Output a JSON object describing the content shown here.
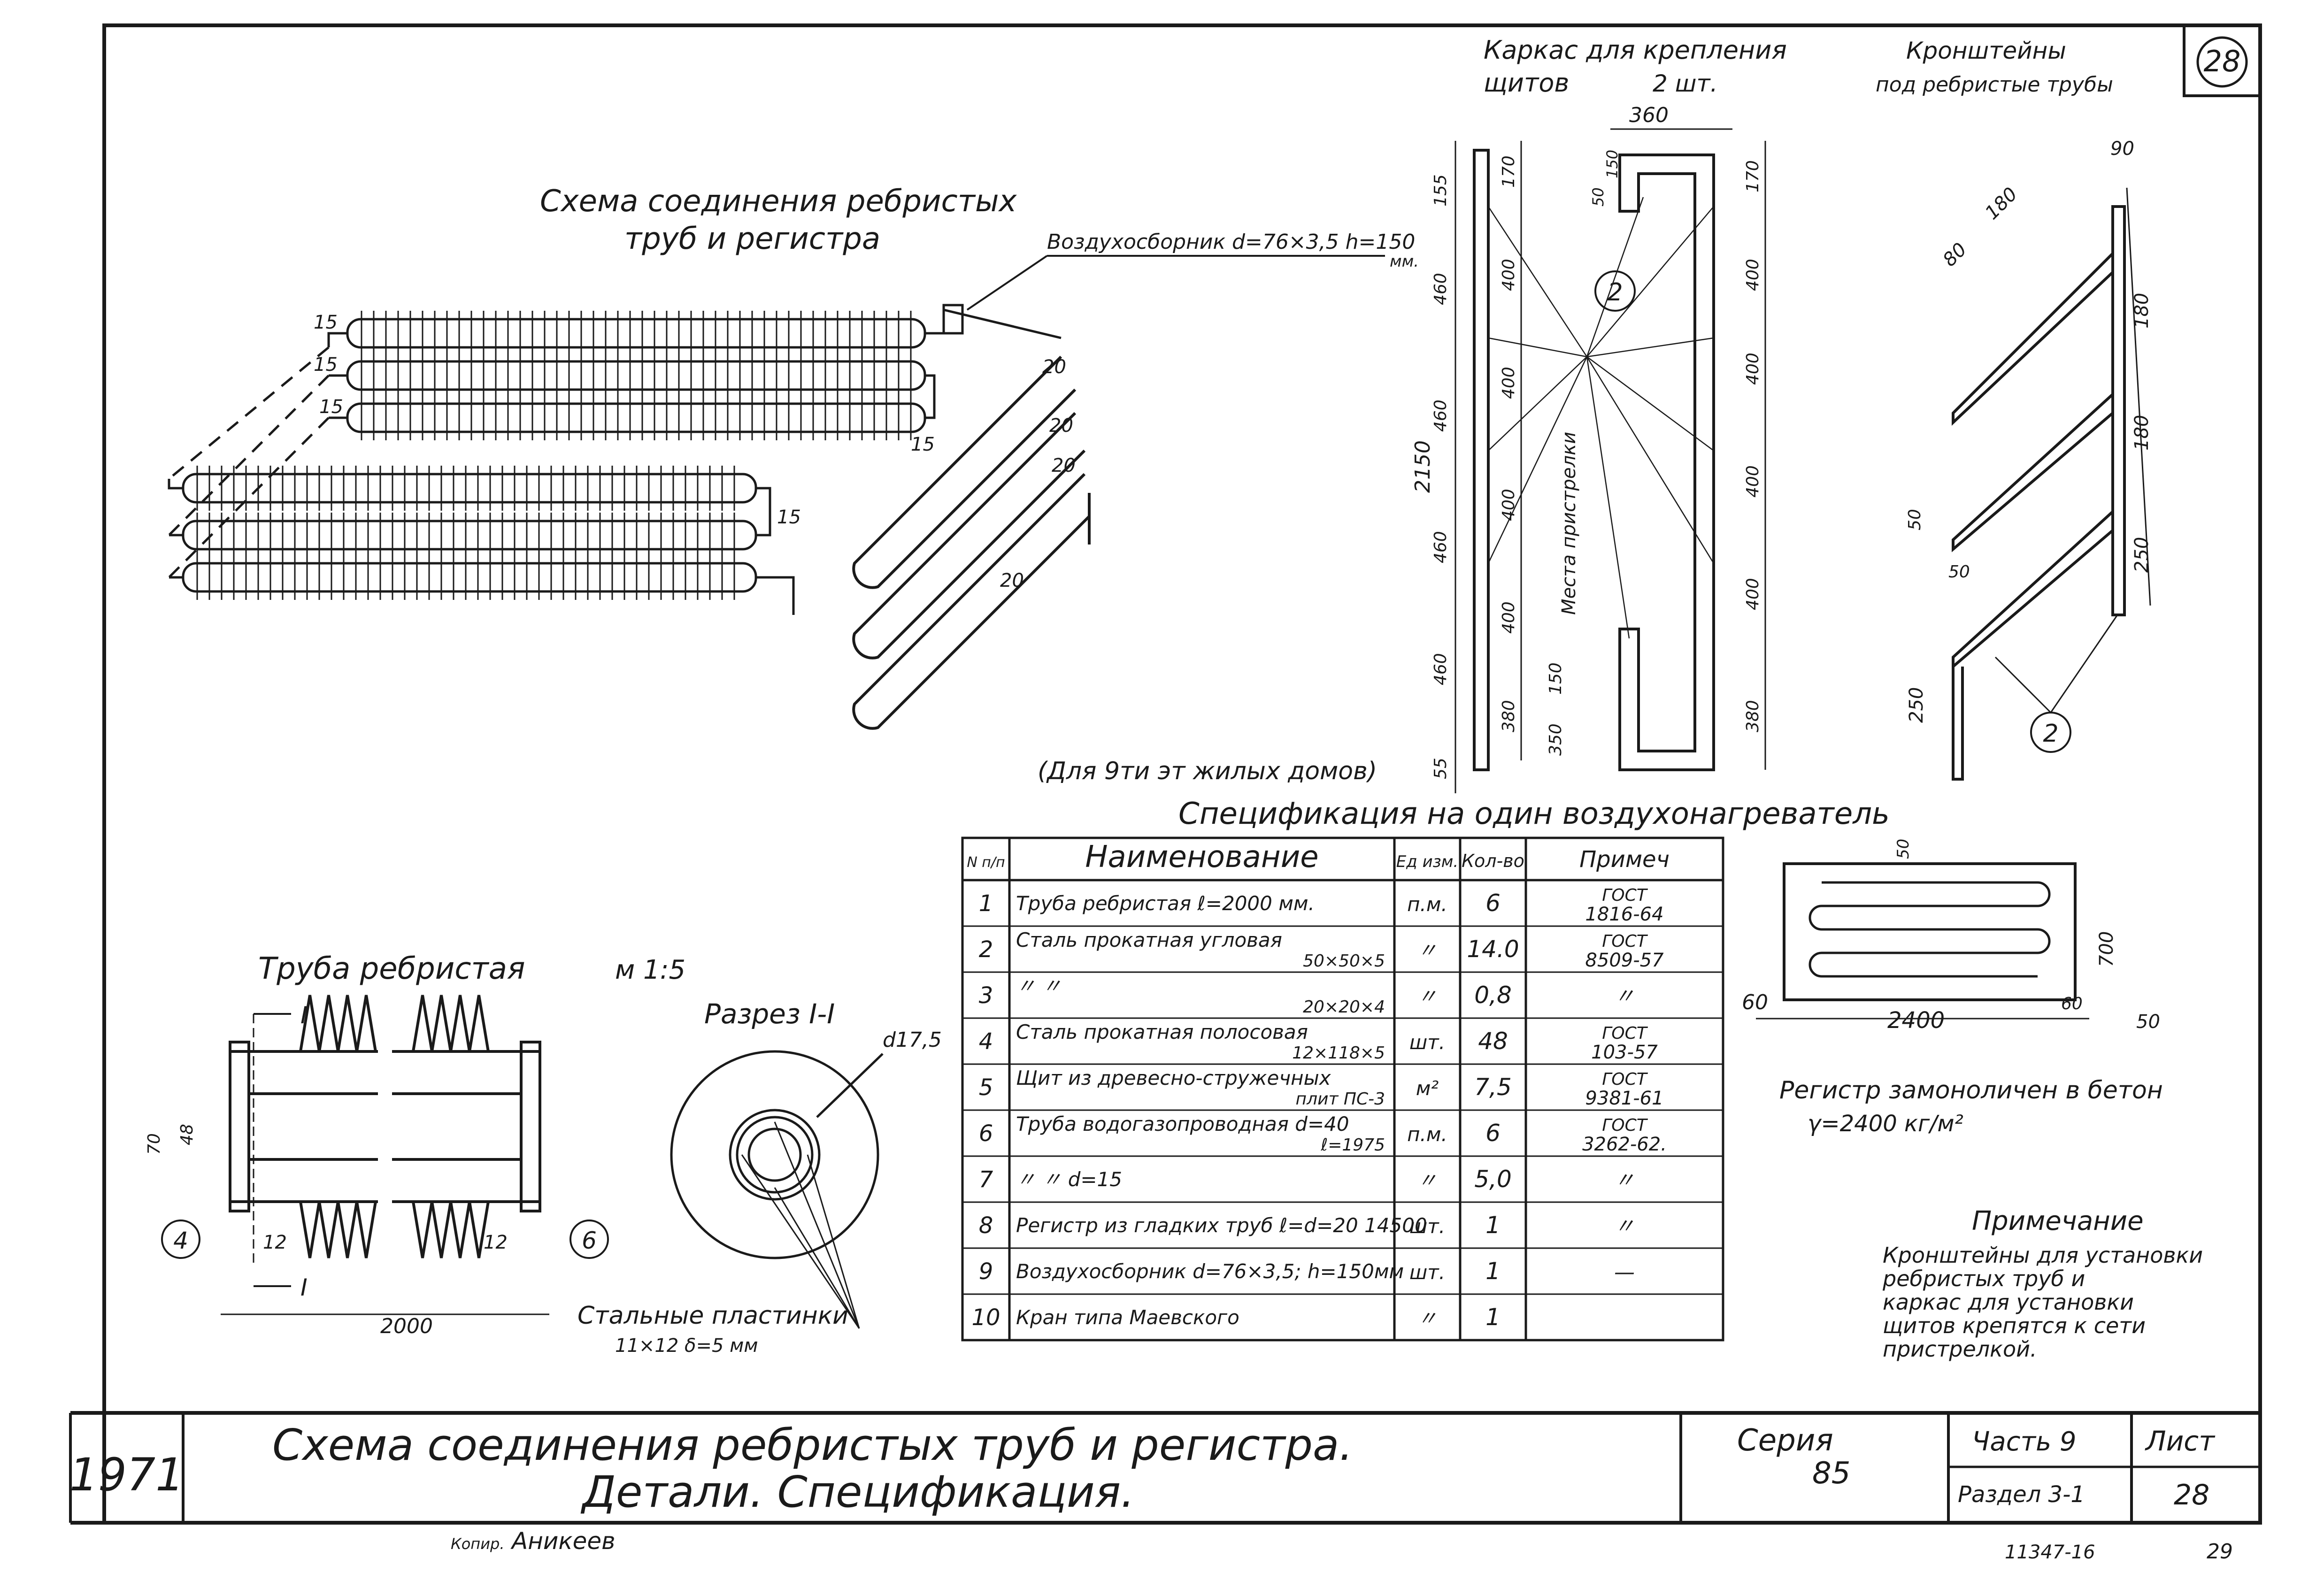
{
  "sheet_number": "28",
  "main_scheme": {
    "title_line1": "Схема соединения ребристых",
    "title_line2": "труб и регистра",
    "collector_label": "Воздухосборник d=76×3,5 h=150",
    "collector_unit": "мм.",
    "note": "(Для 9ти эт жилых домов)",
    "dim_15": "15",
    "dim_20": "20"
  },
  "frame_block": {
    "title_line1": "Каркас для крепления",
    "title_line2": "щитов",
    "qty": "2 шт.",
    "width_dim": "360",
    "total_dim": "2150",
    "shot_label": "Места пристрелки",
    "marker": "2",
    "dims_left": [
      "155",
      "460",
      "460",
      "460",
      "460",
      "55"
    ],
    "dims_post": [
      "170",
      "400",
      "400",
      "400",
      "400",
      "380"
    ],
    "dims_right": [
      "170",
      "400",
      "400",
      "400",
      "400",
      "380"
    ],
    "dims_misc": [
      "50",
      "150",
      "150",
      "350"
    ]
  },
  "brackets_block": {
    "title_line1": "Кронштейны",
    "title_line2": "под ребристые трубы",
    "dims": [
      "90",
      "180",
      "80",
      "180",
      "180",
      "250",
      "50",
      "50",
      "250"
    ],
    "marker": "2"
  },
  "spec_table": {
    "title": "Спецификация на один воздухонагреватель",
    "headers": [
      "N п/п",
      "Наименование",
      "Ед изм.",
      "Кол-во",
      "Примеч"
    ],
    "rows": [
      {
        "n": "1",
        "name": "Труба ребристая ℓ=2000 мм.",
        "name2": "",
        "unit": "п.м.",
        "qty": "6",
        "note": "ГОСТ",
        "note2": "1816-64"
      },
      {
        "n": "2",
        "name": "Сталь прокатная угловая",
        "name2": "50×50×5",
        "unit": "〃",
        "qty": "14.0",
        "note": "ГОСТ",
        "note2": "8509-57"
      },
      {
        "n": "3",
        "name": "〃        〃",
        "name2": "20×20×4",
        "unit": "〃",
        "qty": "0,8",
        "note": "〃",
        "note2": ""
      },
      {
        "n": "4",
        "name": "Сталь прокатная полосовая",
        "name2": "12×118×5",
        "unit": "шт.",
        "qty": "48",
        "note": "ГОСТ",
        "note2": "103-57"
      },
      {
        "n": "5",
        "name": "Щит из древесно-стружечных",
        "name2": "плит ПС-3",
        "unit": "м²",
        "qty": "7,5",
        "note": "ГОСТ",
        "note2": "9381-61"
      },
      {
        "n": "6",
        "name": "Труба водогазопроводная d=40",
        "name2": "ℓ=1975",
        "unit": "п.м.",
        "qty": "6",
        "note": "ГОСТ",
        "note2": "3262-62."
      },
      {
        "n": "7",
        "name": "〃        〃     d=15",
        "name2": "",
        "unit": "〃",
        "qty": "5,0",
        "note": "〃",
        "note2": ""
      },
      {
        "n": "8",
        "name": "Регистр из гладких труб ℓ=d=20 14500",
        "name2": "",
        "unit": "шт.",
        "qty": "1",
        "note": "〃",
        "note2": ""
      },
      {
        "n": "9",
        "name": "Воздухосборник d=76×3,5; h=150мм",
        "name2": "",
        "unit": "шт.",
        "qty": "1",
        "note": "—",
        "note2": ""
      },
      {
        "n": "10",
        "name": "Кран типа Маевского",
        "name2": "",
        "unit": "〃",
        "qty": "1",
        "note": "",
        "note2": ""
      }
    ]
  },
  "pipe_detail": {
    "title": "Труба ребристая",
    "scale": "м 1:5",
    "section_mark": "I",
    "dims": [
      "70",
      "48",
      "12",
      "12",
      "2000"
    ],
    "markers": [
      "4",
      "6"
    ]
  },
  "section_detail": {
    "title": "Разрез I-I",
    "dim": "d17,5",
    "plates_label": "Стальные пластинки",
    "plates_size": "11×12 δ=5 мм"
  },
  "register_detail": {
    "dims": [
      "60",
      "2400",
      "60",
      "50",
      "700",
      "50"
    ],
    "caption_line1": "Регистр замоноличен в бетон",
    "caption_line2": "γ=2400 кг/м²"
  },
  "note_block": {
    "title": "Примечание",
    "lines": [
      "Кронштейны для установки",
      "ребристых труб и",
      "каркас для установки",
      "щитов крепятся к сети",
      "пристрелкой."
    ]
  },
  "title_block": {
    "year": "1971",
    "title_line1": "Схема соединения ребристых труб и регистра.",
    "title_line2": "Детали. Спецификация.",
    "series_label": "Серия",
    "series_value": "85",
    "part": "Часть 9",
    "section": "Раздел 3-1",
    "sheet_label": "Лист",
    "sheet_value": "28"
  },
  "footer": {
    "copier_label": "Копир.",
    "copier_name": "Аникеев",
    "doc_code": "11347-16",
    "page_num": "29"
  }
}
